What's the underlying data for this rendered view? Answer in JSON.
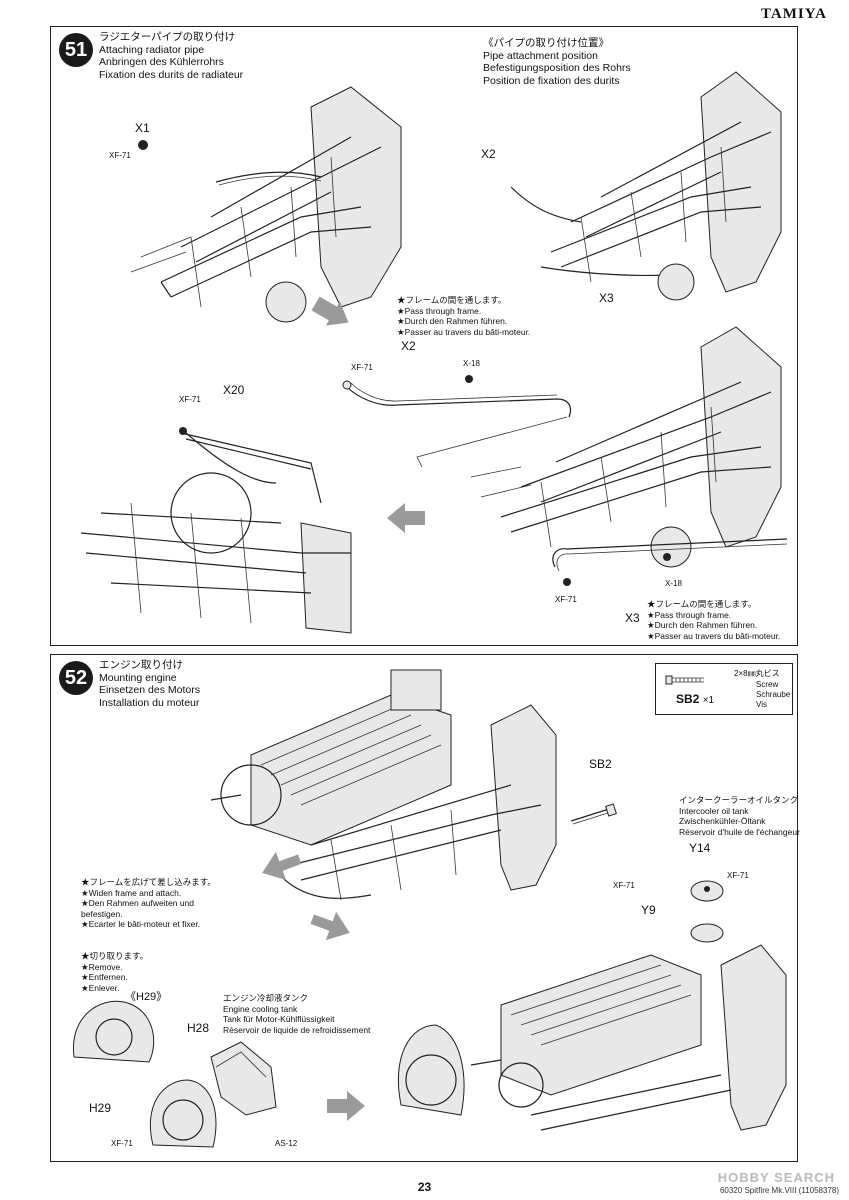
{
  "header": {
    "brand": "TAMIYA"
  },
  "step51": {
    "number": "51",
    "title": [
      "ラジエターパイプの取り付け",
      "Attaching radiator pipe",
      "Anbringen des Kühlerrohrs",
      "Fixation des durits de radiateur"
    ],
    "position_title": [
      "《パイプの取り付け位置》",
      "Pipe attachment position",
      "Befestigungsposition des Rohrs",
      "Position de fixation des durits"
    ],
    "labels": {
      "x1": "X1",
      "x2a": "X2",
      "x3a": "X3",
      "x2b": "X2",
      "x20": "X20",
      "x3b": "X3",
      "xf71a": "XF-71",
      "xf71b": "XF-71",
      "xf71c": "XF-71",
      "xf71d": "XF-71",
      "x18a": "X-18",
      "x18b": "X-18"
    },
    "note_a": [
      "★フレームの間を通します。",
      "★Pass through frame.",
      "★Durch den Rahmen führen.",
      "★Passer au travers du bâti-moteur."
    ],
    "note_b": [
      "★フレームの間を通します。",
      "★Pass through frame.",
      "★Durch den Rahmen führen.",
      "★Passer au travers du bâti-moteur."
    ]
  },
  "step52": {
    "number": "52",
    "title": [
      "エンジン取り付け",
      "Mounting engine",
      "Einsetzen des Motors",
      "Installation du moteur"
    ],
    "screw": {
      "jp": "2×8㎜丸ビス",
      "code": "SB2",
      "qty": "×1",
      "names": [
        "Screw",
        "Schraube",
        "Vis"
      ]
    },
    "labels": {
      "sb2": "SB2",
      "y14": "Y14",
      "y9": "Y9",
      "h28": "H28",
      "h29": "H29",
      "h29_title": "《H29》",
      "xf71a": "XF-71",
      "xf71b": "XF-71",
      "xf71c": "XF-71",
      "as12": "AS-12"
    },
    "intercooler": [
      "インタークーラーオイルタンク",
      "Intercooler oil tank",
      "Zwischenkühler-Öltank",
      "Réservoir d'huile de l'échangeur"
    ],
    "frame_note": [
      "★フレームを広げて差し込みます。",
      "★Widen frame and attach.",
      "★Den Rahmen aufweiten und",
      "befestigen.",
      "★Ecarter le bâti-moteur et fixer."
    ],
    "cut_note": [
      "★切り取ります。",
      "★Remove.",
      "★Entfernen.",
      "★Enlever."
    ],
    "cooling_tank": [
      "エンジン冷却液タンク",
      "Engine cooling tank",
      "Tank für Motor-Kühlflüssigkeit",
      "Réservoir de liquide de refroidissement"
    ]
  },
  "footer": {
    "page": "23",
    "code": "60320 Spitfire Mk.VIII (11058378)",
    "watermark": "HOBBY SEARCH"
  }
}
